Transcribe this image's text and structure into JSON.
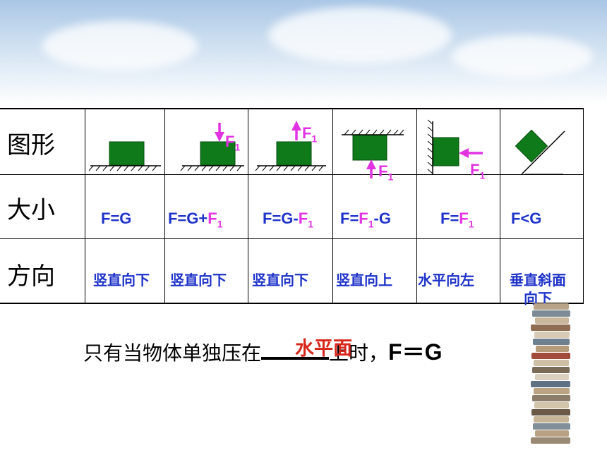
{
  "row_headers": {
    "shape": "图形",
    "size": "大小",
    "direction": "方向"
  },
  "labels": {
    "F": "F",
    "sub1": "1",
    "G": "G"
  },
  "size_row": {
    "c1": {
      "p1": "F=G"
    },
    "c2": {
      "p1": "F=G+",
      "m": "F",
      "sub": "1"
    },
    "c3": {
      "p1": "F=G-",
      "m": "F",
      "sub": "1"
    },
    "c4": {
      "p1": "F=",
      "m": "F",
      "sub": "1",
      "p2": "-G"
    },
    "c5": {
      "p1": "F=",
      "m": "F",
      "sub": "1"
    },
    "c6": {
      "p1": "F<G"
    }
  },
  "direction_row": {
    "c1": "竖直向下",
    "c2": "竖直向下",
    "c3": "竖直向下",
    "c4": "竖直向上",
    "c5": "水平向左",
    "c6_line1": "垂直斜面",
    "c6_line2": "向下"
  },
  "conclusion": {
    "prefix": "只有当物体单独压在",
    "answer": "水平面",
    "suffix": "上时，",
    "formula": "F＝G"
  },
  "colors": {
    "block": "#0f7a1a",
    "text_blue": "#1f33c9",
    "magenta": "#e233e2",
    "answer_red": "#d8281e"
  }
}
